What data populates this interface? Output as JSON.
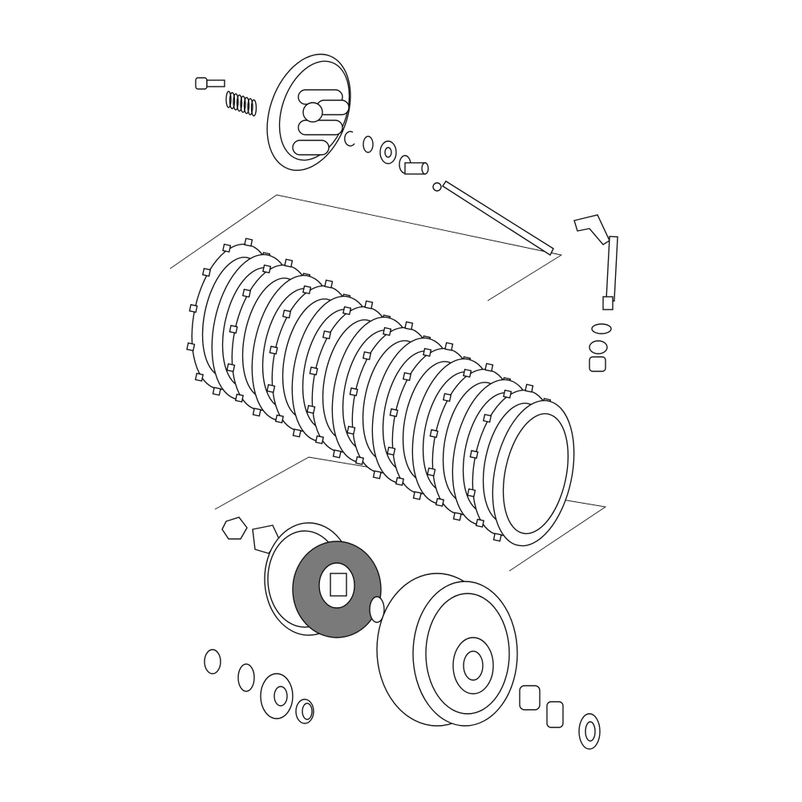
{
  "diagram": {
    "colors": {
      "line": "#111111",
      "hub_fill": "#7a7a7a",
      "background": "#ffffff"
    },
    "parts": [
      "bolt",
      "spring",
      "pressure-plate",
      "circlip",
      "washer",
      "thrust-bearing",
      "push-piece",
      "ball",
      "push-rod",
      "release-lever",
      "shaft-seal",
      "ball-bearing",
      "needle-bearing",
      "clutch-plates",
      "nut",
      "lock-washer",
      "primary-gear",
      "washer",
      "clutch-basket",
      "washer",
      "washer",
      "gear",
      "bushing",
      "sleeve",
      "needle-bearing",
      "washer"
    ]
  }
}
